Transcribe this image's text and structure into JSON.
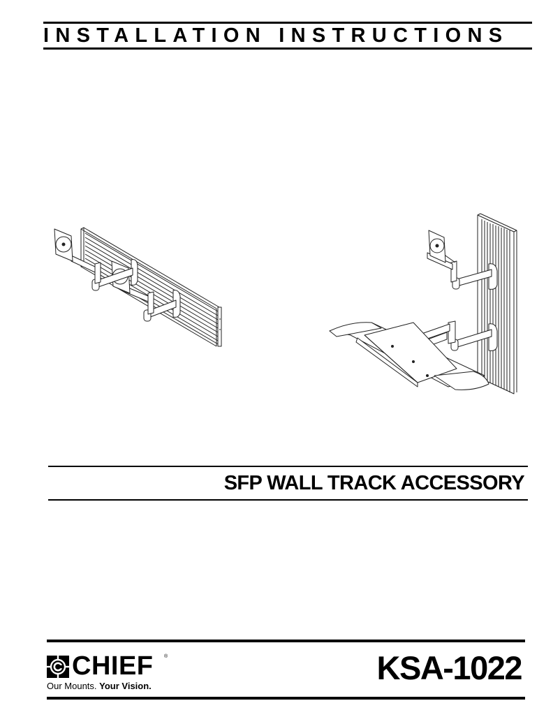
{
  "header": {
    "title": "INSTALLATION INSTRUCTIONS"
  },
  "illustrations": [
    {
      "name": "horizontal-wall-track-dual-monitor-arms",
      "icon": "line-drawing"
    },
    {
      "name": "vertical-wall-track-monitor-and-keyboard-arms",
      "icon": "line-drawing"
    }
  ],
  "product": {
    "subtitle": "SFP WALL TRACK ACCESSORY",
    "model": "KSA-1022"
  },
  "brand": {
    "name": "CHIEF",
    "registered": "®",
    "tagline_regular": "Our Mounts. ",
    "tagline_bold": "Your Vision.",
    "icon": "chief-target-logo"
  },
  "colors": {
    "ink": "#000000",
    "paper": "#ffffff"
  }
}
